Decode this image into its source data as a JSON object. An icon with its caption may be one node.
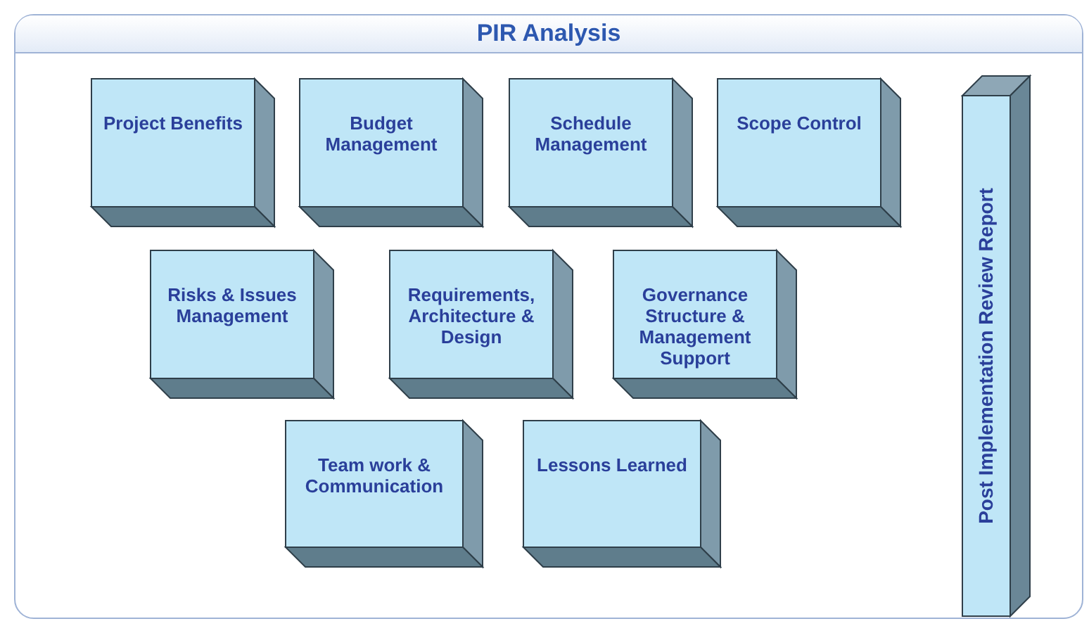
{
  "diagram": {
    "nodes": [
      {
        "text": [
          "PIR Analysis"
        ]
      },
      {
        "text": [
          "Project Benefits"
        ],
        "in": 0
      },
      {
        "text": [
          "Budget Management"
        ],
        "in": 0
      },
      {
        "text": [
          "Schedule Management"
        ],
        "in": 0
      },
      {
        "text": [
          "Scope Control"
        ],
        "in": 0
      },
      {
        "text": [
          "Post Implementation Review Report"
        ],
        "in": 0
      },
      {
        "text": [
          "Risks & Issues Management"
        ],
        "in": 0
      },
      {
        "text": [
          "Requirements, Architecture & Design"
        ],
        "in": 0
      },
      {
        "text": [
          "Governance Structure & Management Support"
        ],
        "in": 0
      },
      {
        "text": [
          "Team work & Communication"
        ],
        "in": 0
      },
      {
        "text": [
          "Lessons Learned"
        ],
        "in": 0
      }
    ],
    "edges": []
  }
}
